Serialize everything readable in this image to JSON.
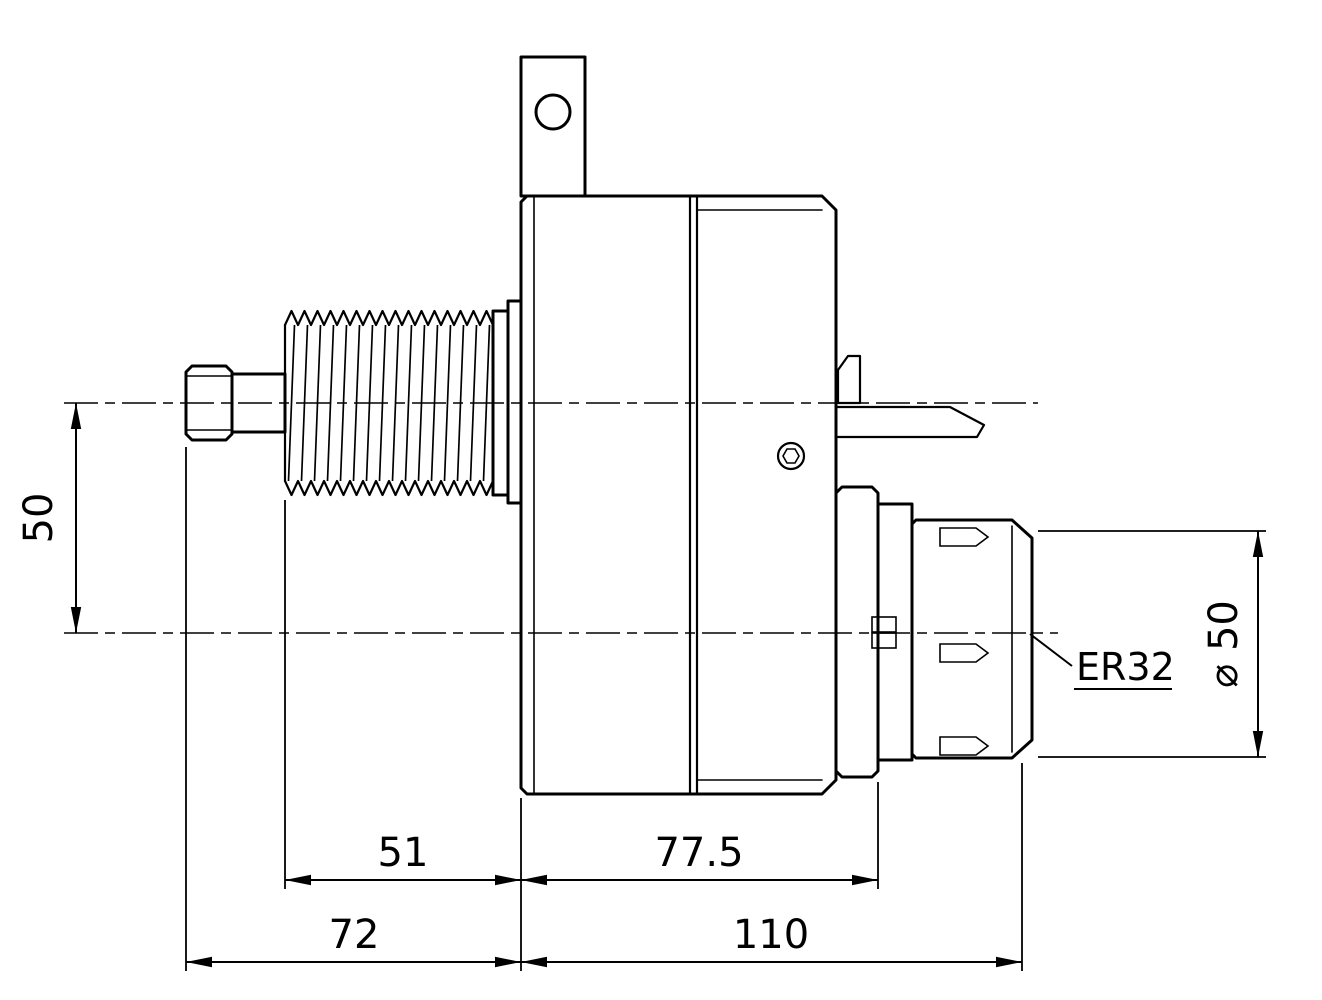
{
  "drawing": {
    "description": "Side-view technical drawing of a tool holder with threaded shank and ER32 collet nut",
    "line_color": "#000000",
    "background_color": "#ffffff",
    "dimensions": {
      "axis_offset": "50",
      "thread_length": "51",
      "body_length": "77.5",
      "shank_overall": "72",
      "output_overall": "110",
      "collet_diameter": "⌀ 50"
    },
    "labels": {
      "collet_size": "ER32"
    }
  }
}
